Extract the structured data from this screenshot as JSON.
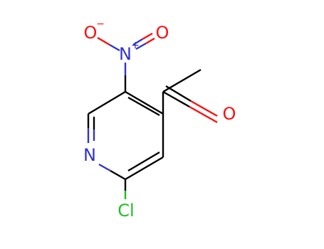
{
  "molecule": {
    "atoms": {
      "nitro_o_left": {
        "label": "O",
        "charge": "−"
      },
      "nitro_o_right": {
        "label": "O"
      },
      "nitro_n": {
        "label": "N",
        "charge": "+"
      },
      "carbonyl_o": {
        "label": "O"
      },
      "ring_n": {
        "label": "N"
      },
      "chlorine": {
        "label": "Cl"
      }
    }
  },
  "colors": {
    "carbon_bond": "#000000",
    "nitrogen": "#3333cc",
    "oxygen": "#ff0d0d",
    "chlorine": "#1fc01f"
  }
}
